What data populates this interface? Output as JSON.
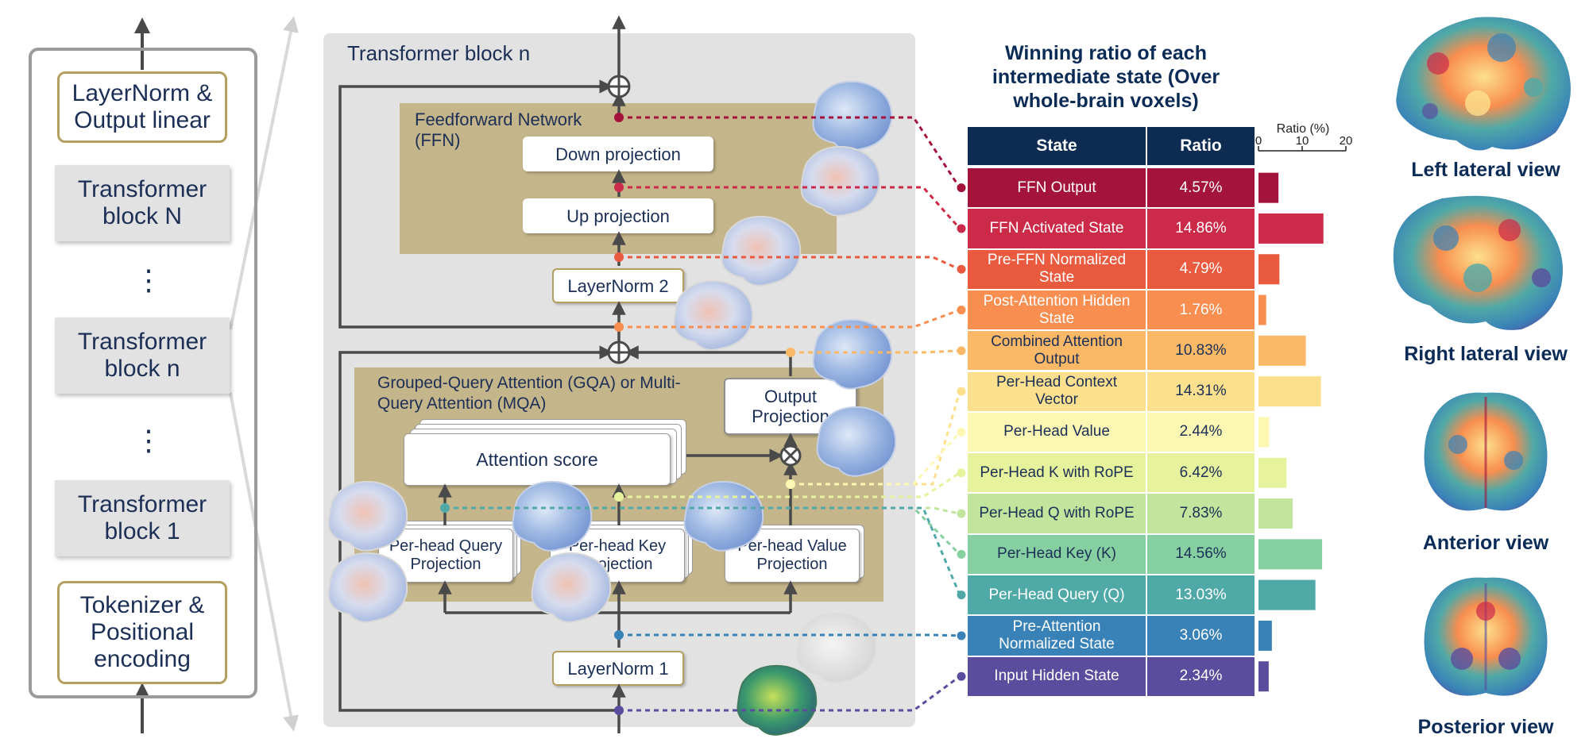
{
  "left_stack": {
    "top_box": "LayerNorm & Output linear",
    "block_N": "Transformer block N",
    "block_n": "Transformer block n",
    "block_1": "Transformer block 1",
    "bottom_box": "Tokenizer & Positional encoding",
    "dots": "⋮"
  },
  "transformer": {
    "title": "Transformer block n",
    "ffn_label": "Feedforward Network (FFN)",
    "down_projection": "Down projection",
    "up_projection": "Up projection",
    "layernorm2": "LayerNorm 2",
    "gqa_label": "Grouped-Query Attention (GQA) or Multi-Query Attention (MQA)",
    "output_projection": "Output Projection",
    "attention_score": "Attention score",
    "q_proj": "Per-head Query Projection",
    "k_proj": "Per-head Key Projection",
    "v_proj": "Per-head Value Projection",
    "layernorm1": "LayerNorm 1"
  },
  "table": {
    "title": "Winning ratio of each intermediate state (Over whole-brain voxels)",
    "col_state": "State",
    "col_ratio": "Ratio",
    "bar_axis_title": "Ratio (%)",
    "bar_ticks": [
      "0",
      "10",
      "20"
    ],
    "rows": [
      {
        "state": "FFN Output",
        "ratio": "4.57%",
        "color": "#a4133c"
      },
      {
        "state": "FFN Activated State",
        "ratio": "14.86%",
        "color": "#cc2a49"
      },
      {
        "state": "Pre-FFN Normalized State",
        "ratio": "4.79%",
        "color": "#ea5a3e"
      },
      {
        "state": "Post-Attention Hidden State",
        "ratio": "1.76%",
        "color": "#f88e4f"
      },
      {
        "state": "Combined Attention Output",
        "ratio": "10.83%",
        "color": "#fbb866"
      },
      {
        "state": "Per-Head Context Vector",
        "ratio": "14.31%",
        "color": "#fde08d"
      },
      {
        "state": "Per-Head Value",
        "ratio": "2.44%",
        "color": "#fcf8b3"
      },
      {
        "state": "Per-Head K with RoPE",
        "ratio": "6.42%",
        "color": "#e7f39c"
      },
      {
        "state": "Per-Head Q with RoPE",
        "ratio": "7.83%",
        "color": "#c1e59c"
      },
      {
        "state": "Per-Head Key (K)",
        "ratio": "14.56%",
        "color": "#86cfa0"
      },
      {
        "state": "Per-Head Query (Q)",
        "ratio": "13.03%",
        "color": "#4fa9a7"
      },
      {
        "state": "Pre-Attention Normalized State",
        "ratio": "3.06%",
        "color": "#3982b8"
      },
      {
        "state": "Input Hidden State",
        "ratio": "2.34%",
        "color": "#5b4d9e"
      }
    ]
  },
  "chart_data": {
    "type": "bar",
    "title": "Winning ratio of each intermediate state (Over whole-brain voxels)",
    "xlabel": "Ratio (%)",
    "xlim": [
      0,
      20
    ],
    "xticks": [
      0,
      10,
      20
    ],
    "categories": [
      "FFN Output",
      "FFN Activated State",
      "Pre-FFN Normalized State",
      "Post-Attention Hidden State",
      "Combined Attention Output",
      "Per-Head Context Vector",
      "Per-Head Value",
      "Per-Head K with RoPE",
      "Per-Head Q with RoPE",
      "Per-Head Key (K)",
      "Per-Head Query (Q)",
      "Pre-Attention Normalized State",
      "Input Hidden State"
    ],
    "values": [
      4.57,
      14.86,
      4.79,
      1.76,
      10.83,
      14.31,
      2.44,
      6.42,
      7.83,
      14.56,
      13.03,
      3.06,
      2.34
    ]
  },
  "views": {
    "left": "Left lateral view",
    "right": "Right lateral view",
    "anterior": "Anterior view",
    "posterior": "Posterior view"
  }
}
